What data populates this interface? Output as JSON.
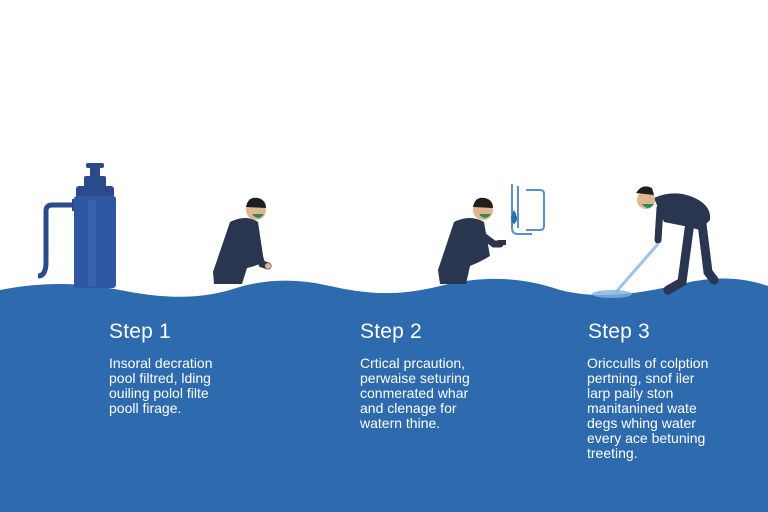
{
  "colors": {
    "background": "#ffffff",
    "wave": "#2d6aae",
    "text": "#ffffff",
    "suit": "#2a3550",
    "mask": "#2e8b57",
    "filter_tank": "#2b4a8c"
  },
  "icons": [
    "pool-filter-tank-icon",
    "worker-inspecting-icon",
    "worker-with-phone-icon",
    "water-drop-sensor-icon",
    "worker-cleaning-pool-icon"
  ],
  "steps": [
    {
      "title": "Step 1",
      "lines": [
        "Insoral decration",
        "pool filtred, lding",
        "ouiling polol filte",
        "pooll firage."
      ]
    },
    {
      "title": "Step 2",
      "lines": [
        "Crtical prcaution,",
        "perwaise seturing",
        "conmerated whar",
        "and clenage for",
        "watern thine."
      ]
    },
    {
      "title": "Step 3",
      "lines": [
        "Oricculls of colption",
        "pertning, snof iler",
        "larp paily ston",
        "manitanined wate",
        "degs whing water",
        "every ace betuning",
        "treeting."
      ]
    }
  ]
}
